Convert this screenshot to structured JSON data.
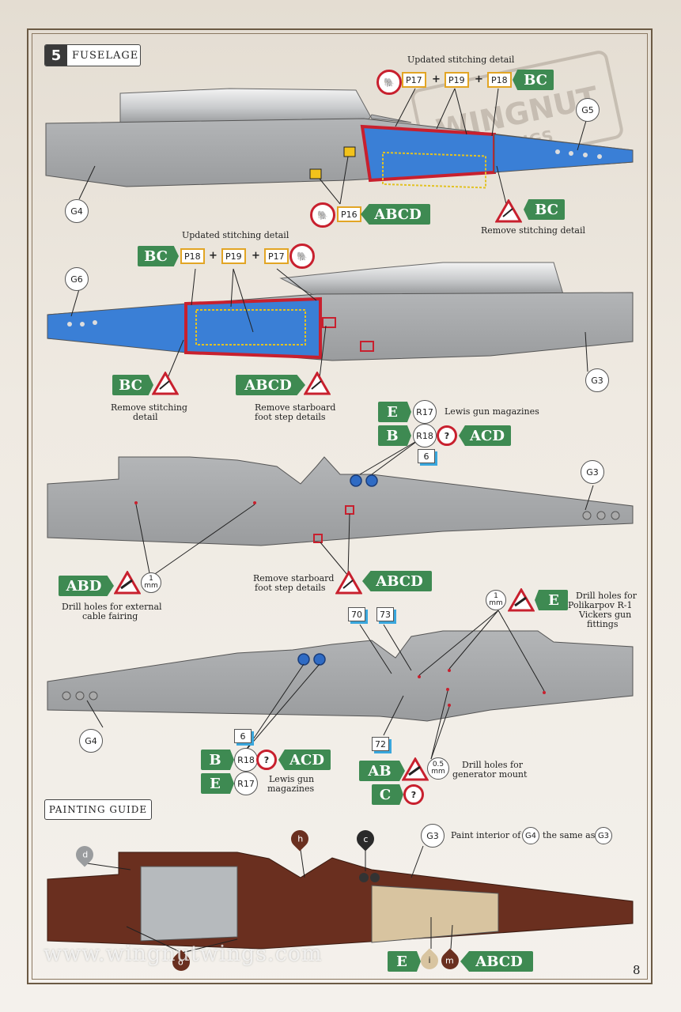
{
  "section": {
    "number": "5",
    "title": "FUSELAGE"
  },
  "painting_guide": {
    "title": "PAINTING GUIDE"
  },
  "page_number": "8",
  "website": "www.wingnutwings.com",
  "watermark": "WINGNUT WINGS",
  "colors": {
    "grey": "#a3a5a7",
    "blue": "#3a7fd6",
    "brown": "#6a2f1f",
    "green_tag": "#3e8a52",
    "part_border": "#e2a524",
    "warning_red": "#c8202e"
  },
  "view1": {
    "caption_stitching": "Updated stitching detail",
    "parts": [
      "P17",
      "P19",
      "P18"
    ],
    "tag_stitch": "BC",
    "part_p16": "P16",
    "tag_p16": "ABCD",
    "tag_remove": "BC",
    "remove_caption": "Remove stitching detail",
    "g4": "G4",
    "g5": "G5"
  },
  "view2": {
    "caption_stitching": "Updated stitching detail",
    "tag_stitch": "BC",
    "parts": [
      "P18",
      "P19",
      "P17"
    ],
    "g6": "G6",
    "g3": "G3",
    "tag_remove_bc": "BC",
    "remove_caption_1": "Remove stitching",
    "remove_caption_2": "detail",
    "tag_remove_abcd": "ABCD",
    "foot_caption_1": "Remove starboard",
    "foot_caption_2": "foot step details"
  },
  "view3": {
    "tag_e": "E",
    "r17": "R17",
    "lewis": "Lewis gun magazines",
    "tag_b": "B",
    "r18": "R18",
    "question": "?",
    "tag_acd": "ACD",
    "step6": "6",
    "g3": "G3",
    "tag_abd": "ABD",
    "mm1_a": "1",
    "mm1_b": "mm",
    "drill_cable_1": "Drill holes for external",
    "drill_cable_2": "cable fairing",
    "foot_caption_1": "Remove starboard",
    "foot_caption_2": "foot step details",
    "tag_abcd": "ABCD"
  },
  "view4": {
    "step70": "70",
    "step73": "73",
    "mm1_a": "1",
    "mm1_b": "mm",
    "tag_e": "E",
    "vickers_1": "Drill holes for",
    "vickers_2": "Polikarpov R-1",
    "vickers_3": "Vickers gun",
    "vickers_4": "fittings",
    "g4": "G4",
    "step6": "6",
    "tag_b": "B",
    "r18": "R18",
    "question": "?",
    "tag_acd": "ACD",
    "tag_e2": "E",
    "r17": "R17",
    "lewis_1": "Lewis gun",
    "lewis_2": "magazines",
    "step72": "72",
    "tag_ab": "AB",
    "mm05_a": "0.5",
    "mm05_b": "mm",
    "gen_1": "Drill holes for",
    "gen_2": "generator mount",
    "tag_c": "C",
    "question2": "?"
  },
  "paint": {
    "g3": "G3",
    "text_1": "Paint interior of",
    "g4": "G4",
    "text_2": "the same as",
    "g3b": "G3",
    "drop_d": "d",
    "drop_h": "h",
    "drop_c": "c",
    "drop_o": "o",
    "drop_i": "i",
    "drop_m": "m",
    "tag_e": "E",
    "tag_abcd": "ABCD"
  }
}
